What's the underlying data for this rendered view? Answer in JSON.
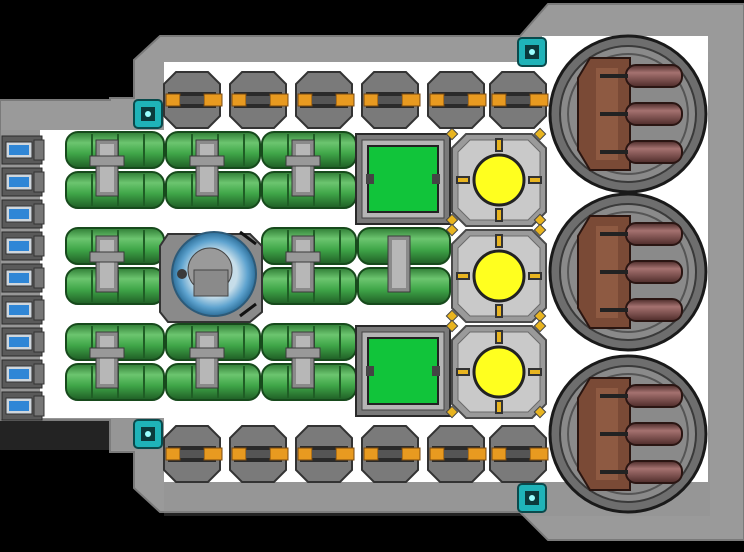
{
  "design": {
    "hull_color": "#9a9a9a",
    "hull_edge": "#6e6e6e",
    "deck_color": "#ffffff",
    "space_color": "#000000"
  },
  "modules": {
    "thrusters": {
      "count": 9,
      "color": "#2f86d6"
    },
    "fuel_tanks": {
      "color": "#3fa648",
      "highlight": "#7ccd7c",
      "shadow": "#1f6b27"
    },
    "cockpit": {
      "color": "#8a8a8a",
      "dome": "#7fb6d9"
    },
    "cargo_bays": {
      "count": 2,
      "fill": "#11c43a"
    },
    "reactors": {
      "count": 3,
      "core": "#ffff1f",
      "accent": "#e8b420"
    },
    "ammo_racks": {
      "top_count": 6,
      "bottom_count": 6,
      "accent": "#e89a20"
    },
    "connectors": {
      "count": 4,
      "color": "#1fb3b8"
    },
    "turrets": {
      "count": 3,
      "body": "#7a4a36",
      "barrel": "#8a5a58"
    }
  }
}
